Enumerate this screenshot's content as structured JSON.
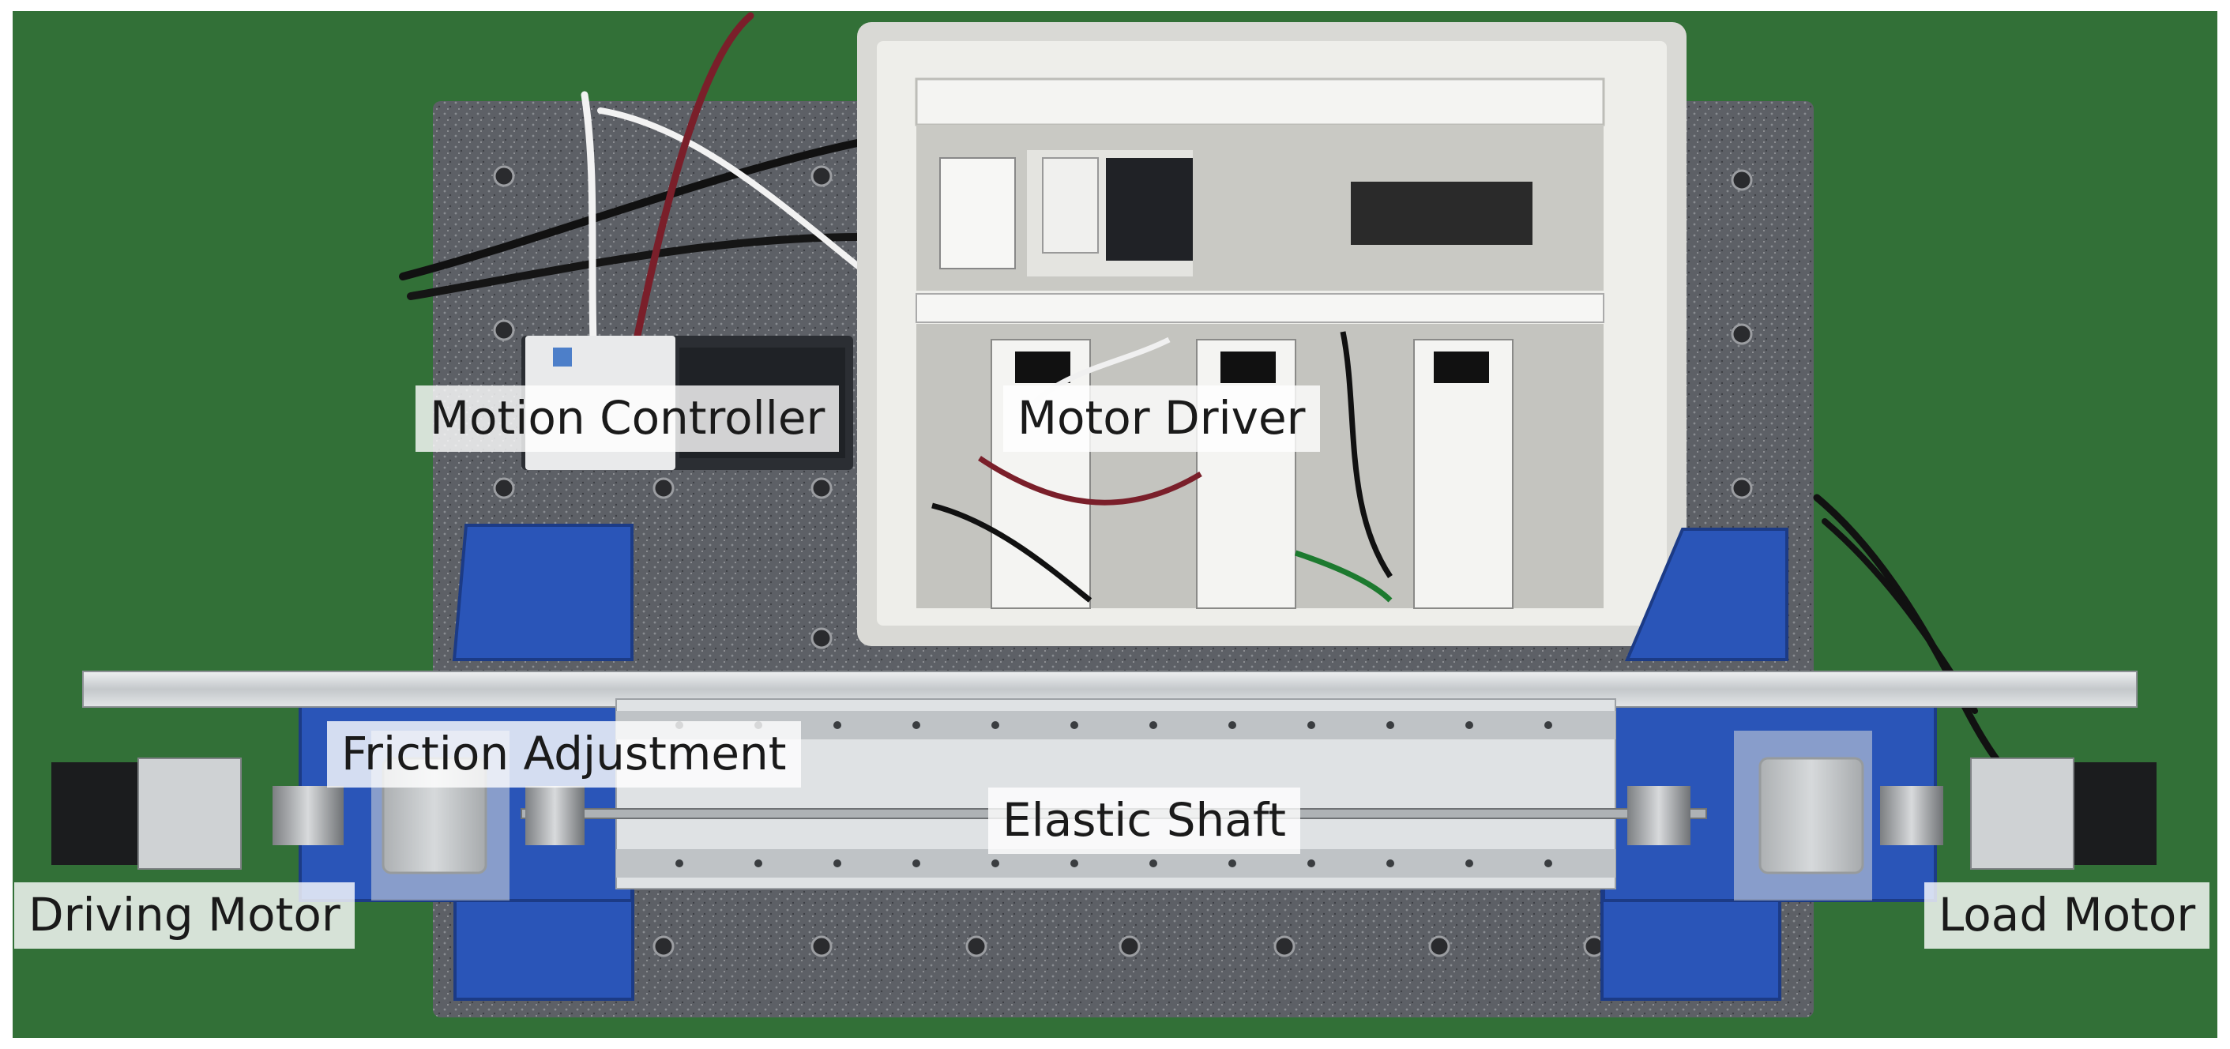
{
  "labels": {
    "motion_controller": "Motion Controller",
    "motor_driver": "Motor Driver",
    "friction_adjustment": "Friction Adjustment",
    "elastic_shaft": "Elastic Shaft",
    "driving_motor": "Driving Motor",
    "load_motor": "Load Motor"
  },
  "colors": {
    "floor_green": "#2f6b34",
    "granite": "#5b5e63",
    "blue_mounts": "#2a55b8",
    "cabinet": "#e6e6e2",
    "rail": "#cfd3d6"
  }
}
